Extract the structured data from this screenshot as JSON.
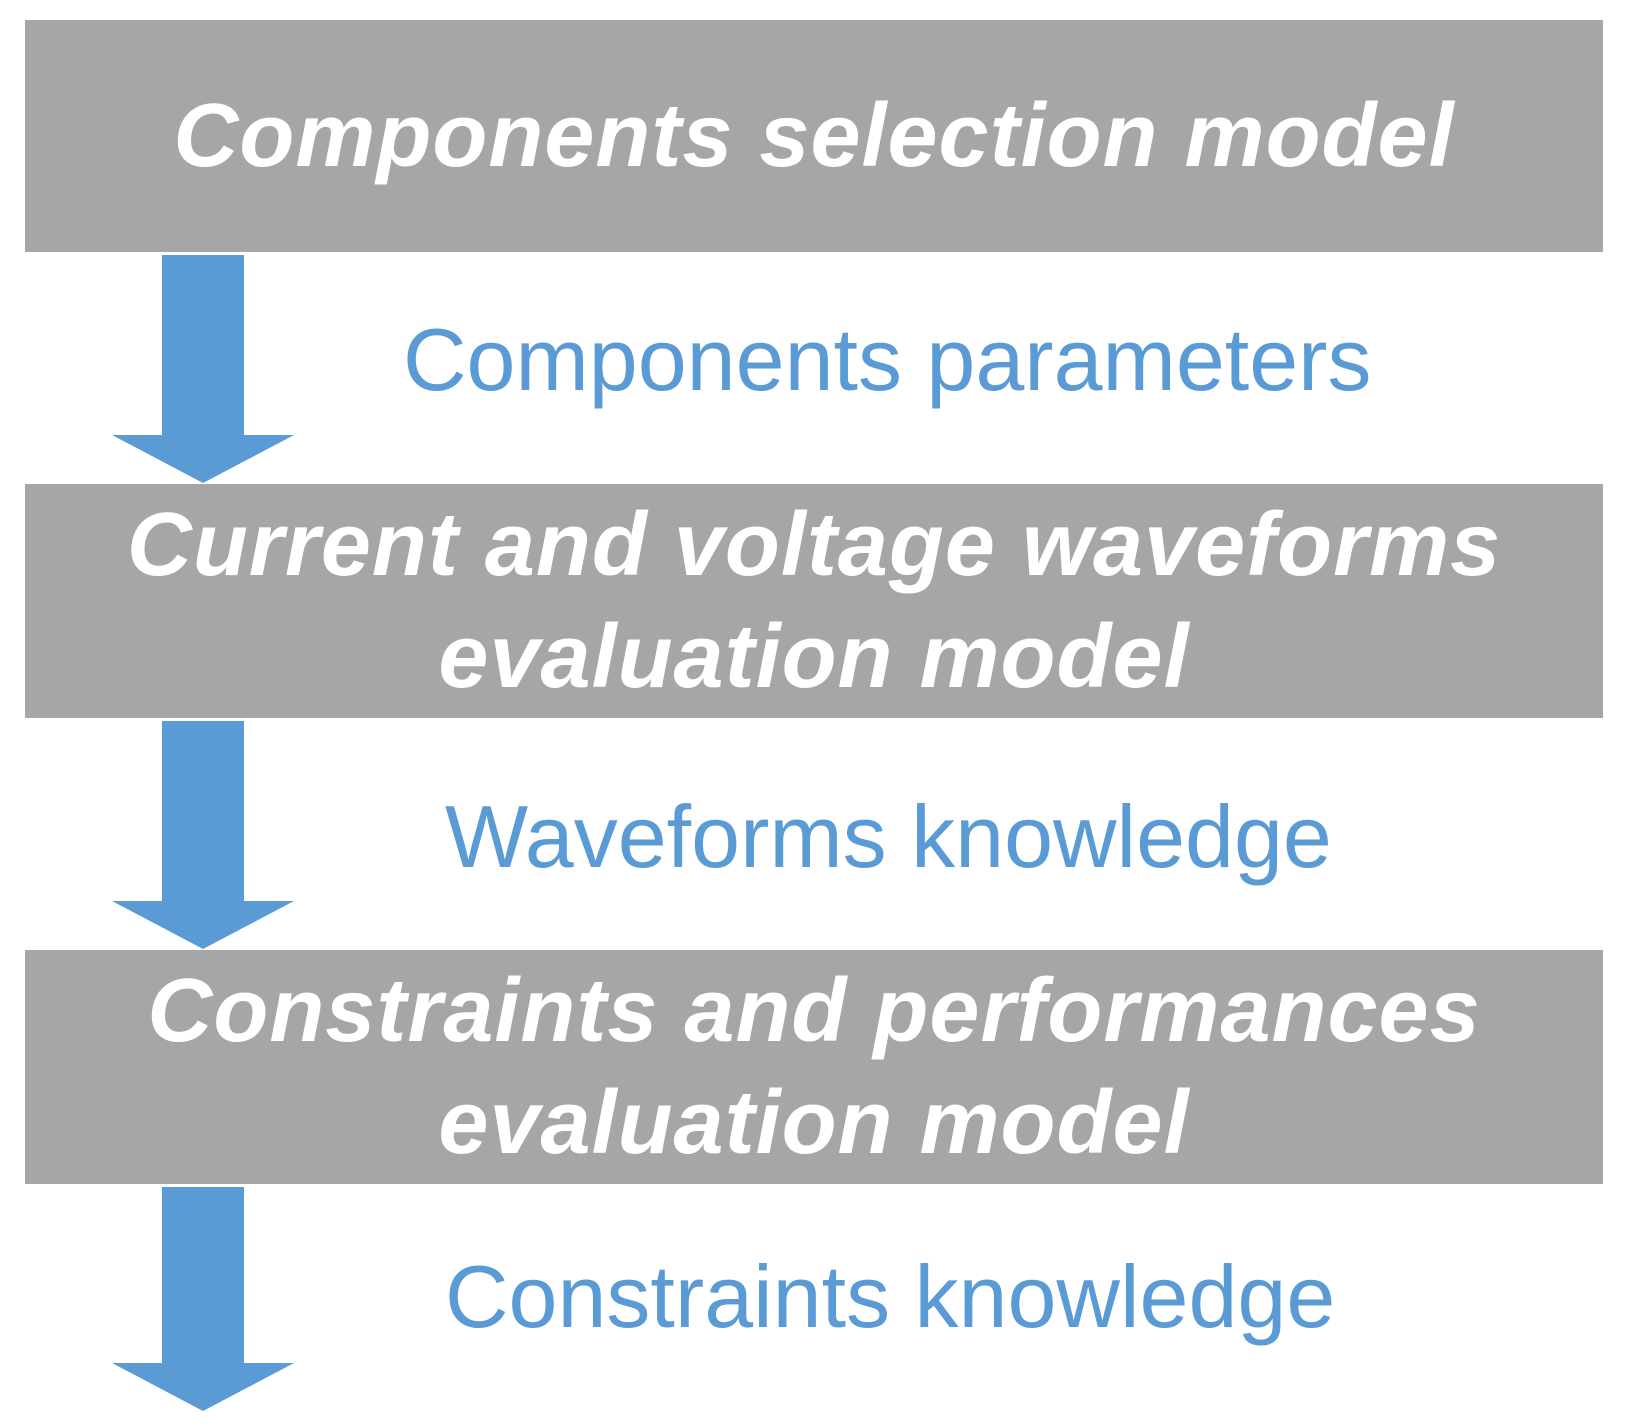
{
  "colors": {
    "box_fill": "#a6a6a6",
    "box_text": "#ffffff",
    "arrow_fill": "#5b9bd5",
    "label_text": "#5b9bd5",
    "background": "#ffffff"
  },
  "models": [
    {
      "lines": [
        "Components selection model"
      ]
    },
    {
      "lines": [
        "Current and voltage waveforms",
        "evaluation model"
      ]
    },
    {
      "lines": [
        "Constraints and performances",
        "evaluation model"
      ]
    }
  ],
  "flows": [
    {
      "label": "Components parameters",
      "icon": "down-arrow-icon"
    },
    {
      "label": "Waveforms knowledge",
      "icon": "down-arrow-icon"
    },
    {
      "label": "Constraints knowledge",
      "icon": "down-arrow-icon"
    }
  ]
}
